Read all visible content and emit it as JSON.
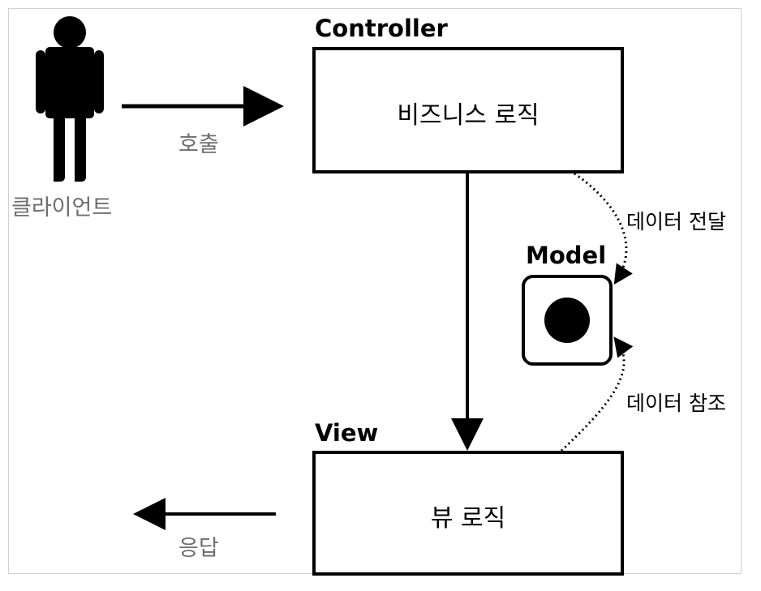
{
  "controller": {
    "title": "Controller",
    "body": "비즈니스 로직"
  },
  "view": {
    "title": "View",
    "body": "뷰 로직"
  },
  "model": {
    "title": "Model"
  },
  "client": {
    "label": "클라이언트",
    "icon": "person-icon"
  },
  "arrows": {
    "call": "호출",
    "response": "응답",
    "data_pass": "데이터 전달",
    "data_ref": "데이터 참조"
  },
  "colors": {
    "stroke": "#000000",
    "muted_text": "#6e6e6e"
  }
}
